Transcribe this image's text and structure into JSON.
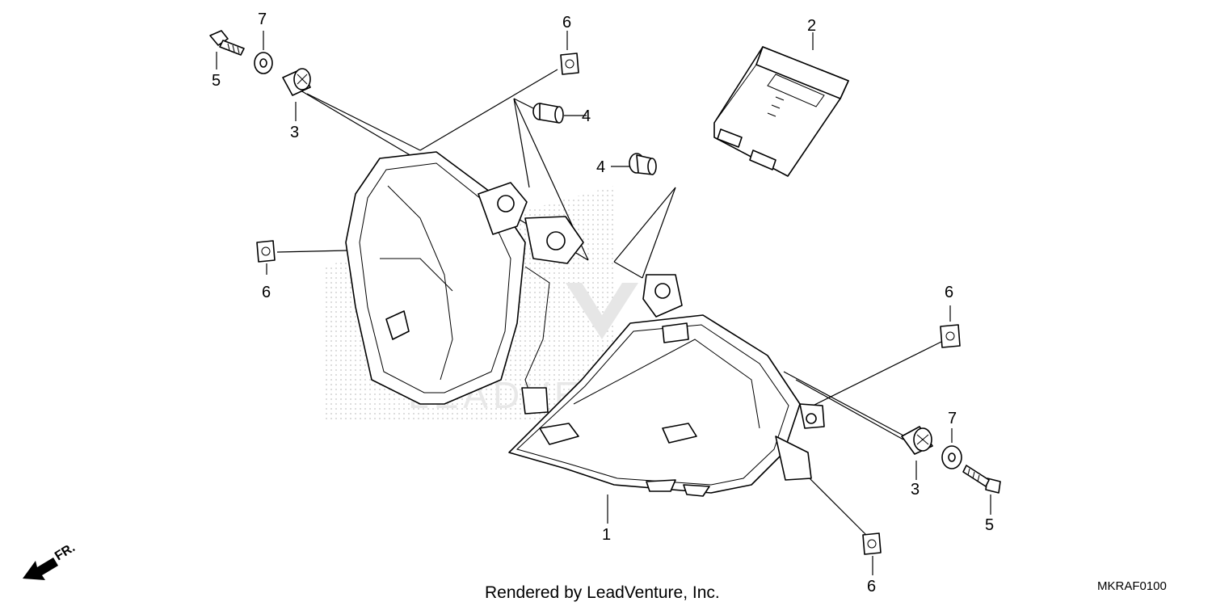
{
  "diagram": {
    "callouts": [
      "1",
      "2",
      "3",
      "3",
      "4",
      "4",
      "5",
      "5",
      "6",
      "6",
      "6",
      "6",
      "7",
      "7"
    ],
    "direction_label": "FR.",
    "footer_credit": "Rendered by LeadVenture, Inc.",
    "diagram_code": "MKRAF0100",
    "watermark": "LEADVENTURE"
  }
}
